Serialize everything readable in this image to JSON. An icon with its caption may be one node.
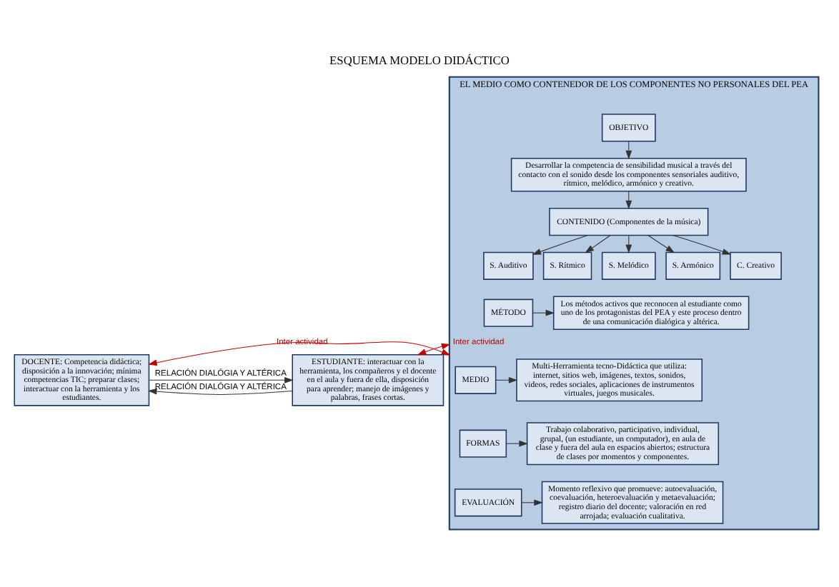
{
  "diagram": {
    "title": "ESQUEMA MODELO DIDÁCTICO",
    "nodes": [
      {
        "text": [
          "DOCENTE: Competencia didáctica; disposición a la innovación; mínima competencias TIC; preparar clases; interactuar con la herramienta y los estudiantes."
        ]
      },
      {
        "text": [
          "EL MEDIO COMO CONTENEDOR DE LOS COMPONENTES NO PERSONALES DEL PEA"
        ]
      },
      {
        "text": [
          "OBJETIVO"
        ],
        "in": 1
      },
      {
        "text": [
          "Desarrollar la competencia de sensibilidad musical a través del contacto con el sonido desde los componentes sensoriales auditivo, rítmico, melódico, armónico y creativo."
        ],
        "in": 1
      },
      {
        "text": [
          "CONTENIDO (Componentes de la música)"
        ],
        "in": 1
      },
      {
        "text": [
          "S. Auditivo"
        ],
        "in": 1
      },
      {
        "text": [
          "S. Rítmico"
        ],
        "in": 1
      },
      {
        "text": [
          "S. Melódico"
        ],
        "in": 1
      },
      {
        "text": [
          "S. Armónico"
        ],
        "in": 1
      },
      {
        "text": [
          "C. Creativo"
        ],
        "in": 1
      },
      {
        "text": [
          "MÉTODO"
        ],
        "in": 1
      },
      {
        "text": [
          "Los métodos activos que reconocen al estudiante como uno de los protagonistas del PEA y este proceso dentro de una comunicación dialógica y altérica."
        ],
        "in": 1
      },
      {
        "text": [
          "MEDIO"
        ],
        "in": 1
      },
      {
        "text": [
          "Multi-Herramienta tecno-Didáctica que utiliza: internet, sitios web, imágenes, textos, sonidos, videos, redes sociales, aplicaciones de instrumentos virtuales, juegos musicales."
        ],
        "in": 1
      },
      {
        "text": [
          "FORMAS"
        ],
        "in": 1
      },
      {
        "text": [
          "Trabajo colaborativo, participativo, individual, grupal, (un estudiante, un computador), en aula de clase y fuera del aula en espacios abiertos; estructura de clases por momentos y componentes."
        ],
        "in": 1
      },
      {
        "text": [
          "EVALUACIÓN"
        ],
        "in": 1
      },
      {
        "text": [
          "Momento reflexivo que promueve: autoevaluación, coevaluación, heteroevaluación y metaevaluación; registro diario del docente; valoración en red arrojada; evaluación cualitativa."
        ],
        "in": 1
      },
      {
        "text": [
          "ESTUDIANTE: interactuar con la herramienta, los compañeros y el docente en el aula y fuera de ella, disposición para aprender; manejo de imágenes y palabras, frases cortas."
        ]
      }
    ],
    "edges": [
      {
        "from": 0,
        "to": 18,
        "arrow": "to",
        "label": "RELACIÓN DIALÓGIA Y ALTÉRICA"
      },
      {
        "from": 18,
        "to": 0,
        "arrow": "to",
        "label": "RELACIÓN DIALÓGIA Y ALTÉRICA"
      },
      {
        "from": 0,
        "to": 1,
        "arrow": "both",
        "label": "Inter actividad",
        "color": "#c00000"
      },
      {
        "from": 1,
        "to": 18,
        "arrow": "both",
        "label": "Inter actividad",
        "color": "#c00000"
      },
      {
        "from": 2,
        "to": 3,
        "arrow": "to"
      },
      {
        "from": 3,
        "to": 4,
        "arrow": "to"
      },
      {
        "from": 4,
        "to": 5,
        "arrow": "to"
      },
      {
        "from": 4,
        "to": 6,
        "arrow": "to"
      },
      {
        "from": 4,
        "to": 7,
        "arrow": "to"
      },
      {
        "from": 4,
        "to": 8,
        "arrow": "to"
      },
      {
        "from": 4,
        "to": 9,
        "arrow": "to"
      },
      {
        "from": 10,
        "to": 11,
        "arrow": "to"
      },
      {
        "from": 12,
        "to": 13,
        "arrow": "to"
      },
      {
        "from": 14,
        "to": 15,
        "arrow": "to"
      },
      {
        "from": 16,
        "to": 17,
        "arrow": "to"
      }
    ]
  }
}
